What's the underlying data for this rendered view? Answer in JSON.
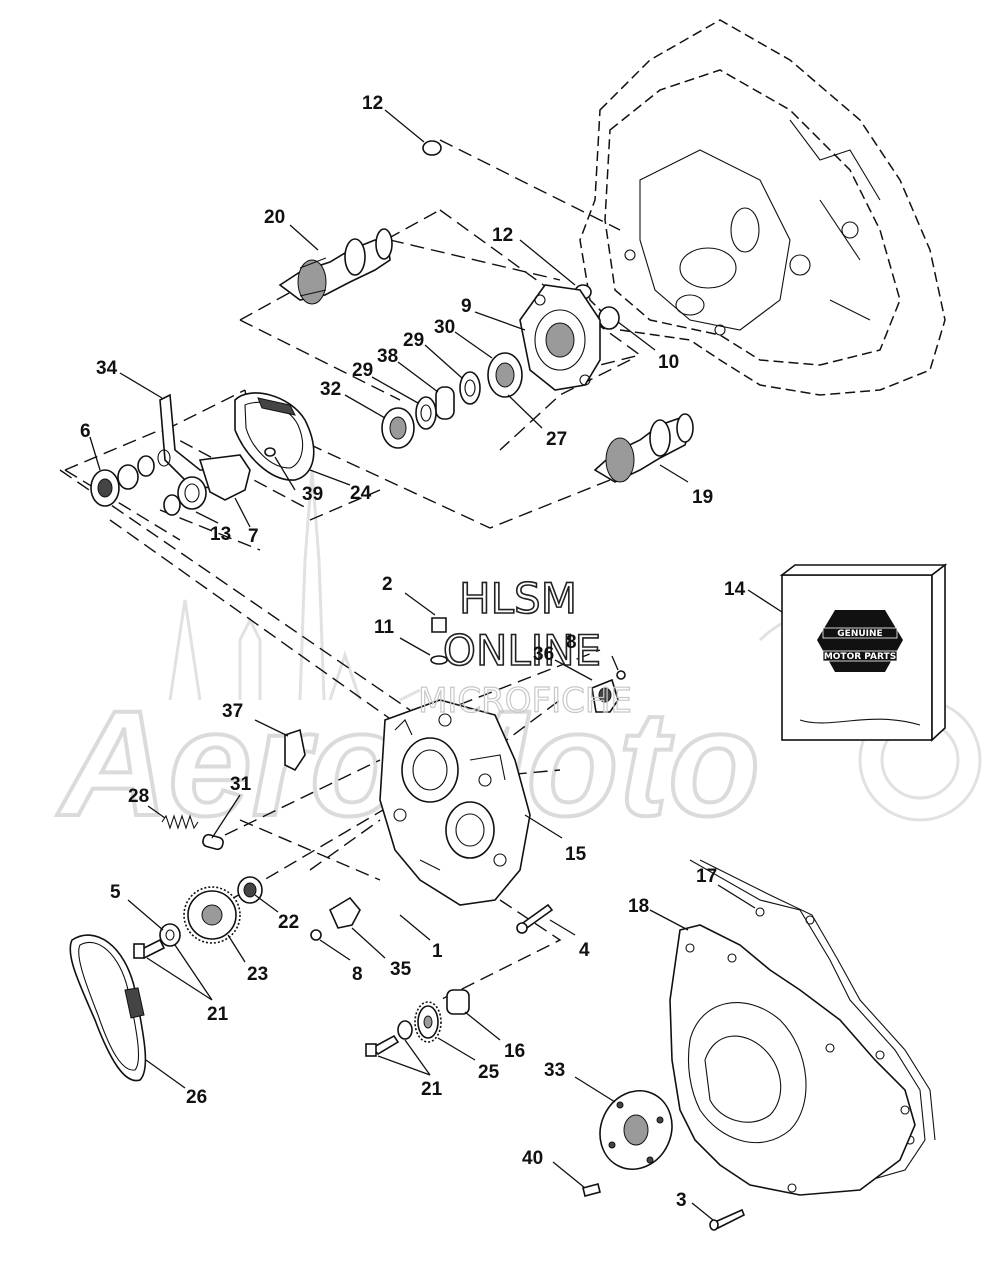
{
  "watermark": {
    "brand": "AeroMoto",
    "line1": "HLSM",
    "line2": "ONLINE",
    "line3": "MICROFICHE"
  },
  "kit_label": {
    "top": "GENUINE",
    "bottom": "MOTOR PARTS"
  },
  "callouts": {
    "c12a": "12",
    "c20": "20",
    "c12b": "12",
    "c9": "9",
    "c30": "30",
    "c29a": "29",
    "c38": "38",
    "c29b": "29",
    "c32": "32",
    "c10": "10",
    "c34": "34",
    "c6": "6",
    "c27": "27",
    "c19": "19",
    "c24": "24",
    "c39": "39",
    "c13": "13",
    "c7": "7",
    "c2": "2",
    "c14": "14",
    "c11": "11",
    "c8a": "8",
    "c36": "36",
    "c37": "37",
    "c31": "31",
    "c28": "28",
    "c15": "15",
    "c5": "5",
    "c22": "22",
    "c17": "17",
    "c18": "18",
    "c1": "1",
    "c4": "4",
    "c35": "35",
    "c8b": "8",
    "c23": "23",
    "c21a": "21",
    "c16": "16",
    "c25": "25",
    "c21b": "21",
    "c33": "33",
    "c26": "26",
    "c40": "40",
    "c3": "3"
  }
}
